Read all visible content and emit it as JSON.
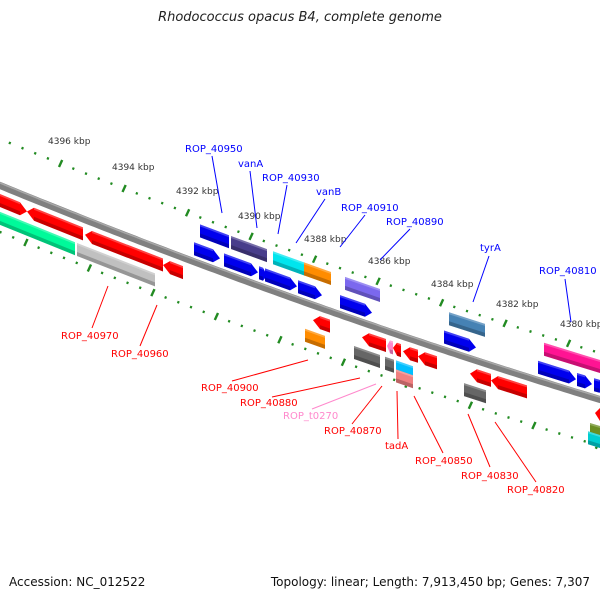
{
  "title": "Rhodococcus opacus B4, complete genome",
  "footer": {
    "accession": "Accession: NC_012522",
    "summary": "Topology: linear; Length: 7,913,450 bp; Genes: 7,307"
  },
  "colors": {
    "axis": "#808080",
    "ticks": "#228b22",
    "forward_label": "#0000ff",
    "reverse_label": "#ff0000",
    "rna_label": "#ff88cc"
  },
  "tick_labels": [
    "4396 kbp",
    "4394 kbp",
    "4392 kbp",
    "4390 kbp",
    "4388 kbp",
    "4386 kbp",
    "4384 kbp",
    "4382 kbp",
    "4380 kbp"
  ],
  "gene_labels": [
    {
      "text": "ROP_40950",
      "color": "#0000ff"
    },
    {
      "text": "vanA",
      "color": "#0000ff"
    },
    {
      "text": "ROP_40930",
      "color": "#0000ff"
    },
    {
      "text": "vanB",
      "color": "#0000ff"
    },
    {
      "text": "ROP_40910",
      "color": "#0000ff"
    },
    {
      "text": "ROP_40890",
      "color": "#0000ff"
    },
    {
      "text": "tyrA",
      "color": "#0000ff"
    },
    {
      "text": "ROP_40810",
      "color": "#0000ff"
    },
    {
      "text": "ROP_40970",
      "color": "#ff0000"
    },
    {
      "text": "ROP_40960",
      "color": "#ff0000"
    },
    {
      "text": "ROP_40900",
      "color": "#ff0000"
    },
    {
      "text": "ROP_40880",
      "color": "#ff0000"
    },
    {
      "text": "ROP_t0270",
      "color": "#ff88cc"
    },
    {
      "text": "ROP_40870",
      "color": "#ff0000"
    },
    {
      "text": "tadA",
      "color": "#ff0000"
    },
    {
      "text": "ROP_40850",
      "color": "#ff0000"
    },
    {
      "text": "ROP_40830",
      "color": "#ff0000"
    },
    {
      "text": "ROP_40820",
      "color": "#ff0000"
    }
  ]
}
